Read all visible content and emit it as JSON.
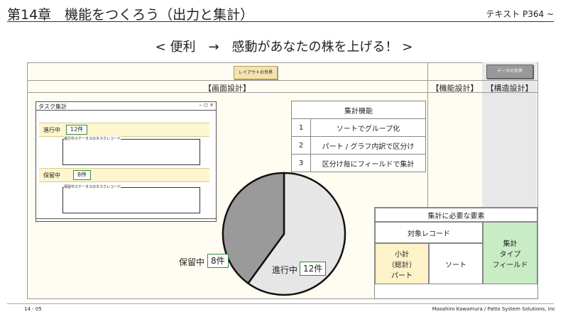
{
  "header": {
    "title": "第14章　機能をつくろう（出力と集計）",
    "reference": "テキスト P364 ~",
    "subtitle": "< 便利　→　感動があなたの株を上げる！ >"
  },
  "panel": {
    "layout_button": "レイアウトの世界",
    "data_button": "データの世界",
    "screen_label": "【画面設計】",
    "mech_label": "【機能設計】",
    "struct_label": "【構造設計】"
  },
  "window": {
    "title": "タスク集計",
    "controls": "‒ ◻ ×",
    "group1": {
      "label": "進行中",
      "count": "12件",
      "records_label": "進行中ステータスのタスクレコード"
    },
    "group2": {
      "label": "保留中",
      "count": "8件",
      "records_label": "保留中ステータスのタスクレコード"
    }
  },
  "func_table": {
    "header": "集計機能",
    "rows": [
      {
        "num": "1",
        "text": "ソートでグループ化"
      },
      {
        "num": "2",
        "text": "パート / グラフ内訳で区分け"
      },
      {
        "num": "3",
        "text": "区分け毎にフィールドで集計"
      }
    ]
  },
  "pie": {
    "hold_label": "保留中",
    "hold_count": "8件",
    "progress_label": "進行中",
    "progress_count": "12件"
  },
  "requirements": {
    "header": "集計に必要な要素",
    "target": "対象レコード",
    "subtotal": "小計\n（総計）\nパート",
    "sort": "ソート",
    "agg": "集計\nタイプ\nフィールド"
  },
  "chart_data": {
    "type": "pie",
    "categories": [
      "進行中",
      "保留中"
    ],
    "values": [
      12,
      8
    ],
    "colors": [
      "#e6e6e6",
      "#9a9a9a"
    ]
  },
  "footer": {
    "page": "14 - 05",
    "credit": "Masahiro Kawamura  /  Patto System Solutions, inc"
  }
}
